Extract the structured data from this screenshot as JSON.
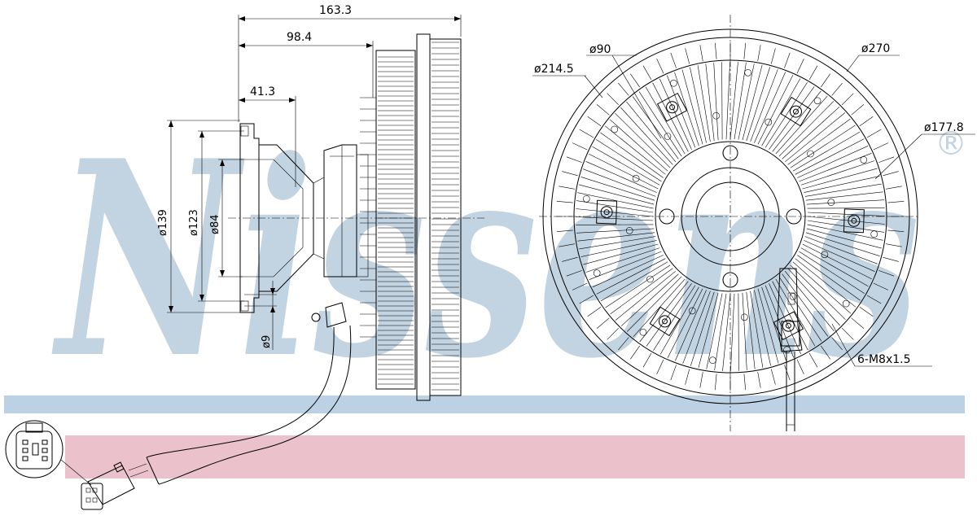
{
  "brand": {
    "watermark": "Nissens",
    "registered_mark": "®",
    "colors": {
      "watermark": "#c2d3e1",
      "band_blue": "#bcd1e3",
      "band_pink": "#ebc2cb",
      "line": "#000000"
    }
  },
  "side_view": {
    "dimensions": {
      "overall_length": "163.3",
      "hub_to_face": "98.4",
      "flange_depth": "41.3",
      "dia_flange": "ø139",
      "dia_bolt_circle": "ø123",
      "dia_pilot": "ø84",
      "hole_dia": "ø9"
    }
  },
  "front_view": {
    "dimensions": {
      "dia_hub": "ø90",
      "dia_inner": "ø214.5",
      "dia_outer": "ø270",
      "dia_ring": "ø177.8",
      "thread": "6-M8x1.5"
    }
  },
  "connector": {
    "icon": "electrical-connector-icon"
  }
}
